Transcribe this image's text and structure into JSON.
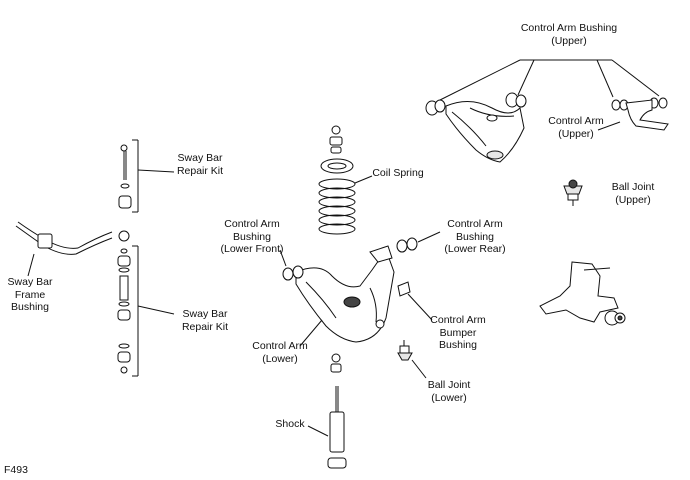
{
  "labels": {
    "control_arm_bushing_upper": "Control Arm Bushing\n(Upper)",
    "control_arm_upper": "Control Arm\n(Upper)",
    "ball_joint_upper": "Ball Joint\n(Upper)",
    "sway_bar_repair_kit_top": "Sway Bar\nRepair Kit",
    "coil_spring": "Coil Spring",
    "control_arm_bushing_lower_front": "Control Arm\nBushing\n(Lower Front)",
    "control_arm_bushing_lower_rear": "Control Arm\nBushing\n(Lower Rear)",
    "sway_bar_frame_bushing": "Sway Bar\nFrame\nBushing",
    "sway_bar_repair_kit_bottom": "Sway Bar\nRepair Kit",
    "control_arm_bumper_bushing": "Control Arm\nBumper\nBushing",
    "control_arm_lower": "Control Arm\n(Lower)",
    "ball_joint_lower": "Ball Joint\n(Lower)",
    "shock": "Shock",
    "figure_code": "F493"
  }
}
